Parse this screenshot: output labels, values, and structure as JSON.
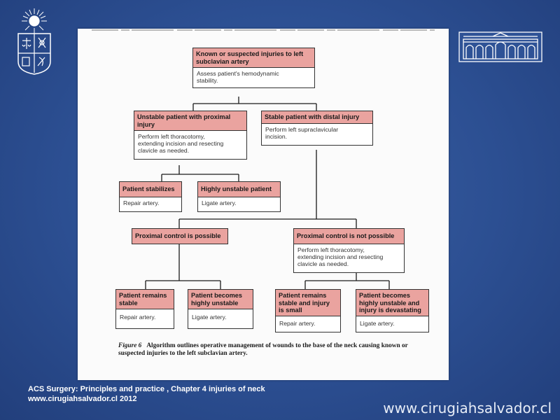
{
  "flowchart": {
    "root": {
      "title": "Known or suspected injuries to left\nsubclavian artery",
      "body": "Assess patient's hemodynamic\nstability."
    },
    "unstable_proximal": {
      "title": "Unstable patient with proximal\ninjury",
      "body": "Perform left thoracotomy,\nextending incision and resecting\nclavicle as needed."
    },
    "stable_distal": {
      "title": "Stable patient with distal injury",
      "body": "Perform left supraclavicular\nincision."
    },
    "patient_stabilizes": {
      "title": "Patient stabilizes",
      "body": "Repair artery."
    },
    "highly_unstable": {
      "title": "Highly unstable patient",
      "body": "Ligate artery."
    },
    "proximal_possible": {
      "title": "Proximal control is possible"
    },
    "proximal_not_possible": {
      "title": "Proximal control is not possible",
      "body": "Perform left thoracotomy,\nextending incision and resecting\nclavicle as needed."
    },
    "remains_stable": {
      "title": "Patient remains\nstable",
      "body": "Repair artery."
    },
    "becomes_unstable": {
      "title": "Patient becomes\nhighly unstable",
      "body": "Ligate artery."
    },
    "remains_stable_small": {
      "title": "Patient remains\nstable and injury\nis small",
      "body": "Repair artery."
    },
    "becomes_unstable_devastating": {
      "title": "Patient becomes\nhighly unstable and\ninjury is devastating",
      "body": "Ligate artery."
    }
  },
  "caption": {
    "label": "Figure 6",
    "text": "Algorithm outlines operative management of wounds to the base of the neck causing known or suspected injuries to the left subclavian artery."
  },
  "citation": {
    "line1": "ACS  Surgery: Principles and practice , Chapter 4 injuries  of neck",
    "line2": "www.cirugiahsalvador.cl 2012"
  },
  "website": "www.cirugiahsalvador.cl",
  "colors": {
    "background": "#2c4f92",
    "node_header": "#eaa39f",
    "node_border": "#333333",
    "paper": "#fbfbfb"
  },
  "icons": {
    "left_logo": "university-seal-icon",
    "right_logo": "hospital-building-icon"
  }
}
